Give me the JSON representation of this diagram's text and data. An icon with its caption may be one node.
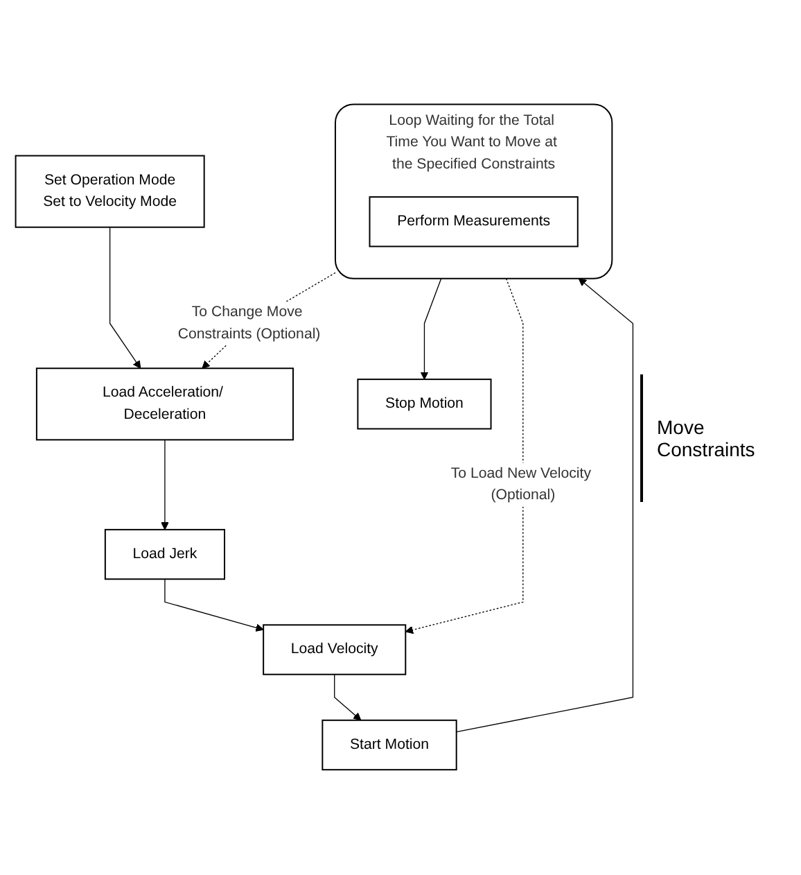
{
  "diagram": {
    "nodes": [
      {
        "text": [
          "Set Operation Mode",
          "Set to Velocity Mode"
        ]
      },
      {
        "text": [
          "Load Acceleration/ Deceleration"
        ]
      },
      {
        "text": [
          "Load Jerk"
        ]
      },
      {
        "text": [
          "Load Velocity"
        ]
      },
      {
        "text": [
          "Start Motion"
        ]
      },
      {
        "text": [
          "Loop Waiting for the Total Time You Want to Move at the Specified Constraints"
        ]
      },
      {
        "text": [
          "Perform Measurements"
        ],
        "in": 5
      },
      {
        "text": [
          "Stop Motion"
        ]
      }
    ],
    "edges": [
      {
        "from": 0,
        "to": 1,
        "arrow": "to"
      },
      {
        "from": 1,
        "to": 2,
        "arrow": "to"
      },
      {
        "from": 2,
        "to": 3,
        "arrow": "to"
      },
      {
        "from": 3,
        "to": 4,
        "arrow": "to"
      },
      {
        "from": 4,
        "to": 5,
        "arrow": "to"
      },
      {
        "from": 5,
        "to": 7,
        "arrow": "to"
      },
      {
        "from": 5,
        "to": 1,
        "arrow": "to",
        "style": "dashed",
        "label": "To Change Move Constraints (Optional)"
      },
      {
        "from": 5,
        "to": 3,
        "arrow": "to",
        "style": "dashed",
        "label": "To Load New Velocity (Optional)"
      }
    ],
    "labels": [
      "Move Constraints"
    ]
  }
}
